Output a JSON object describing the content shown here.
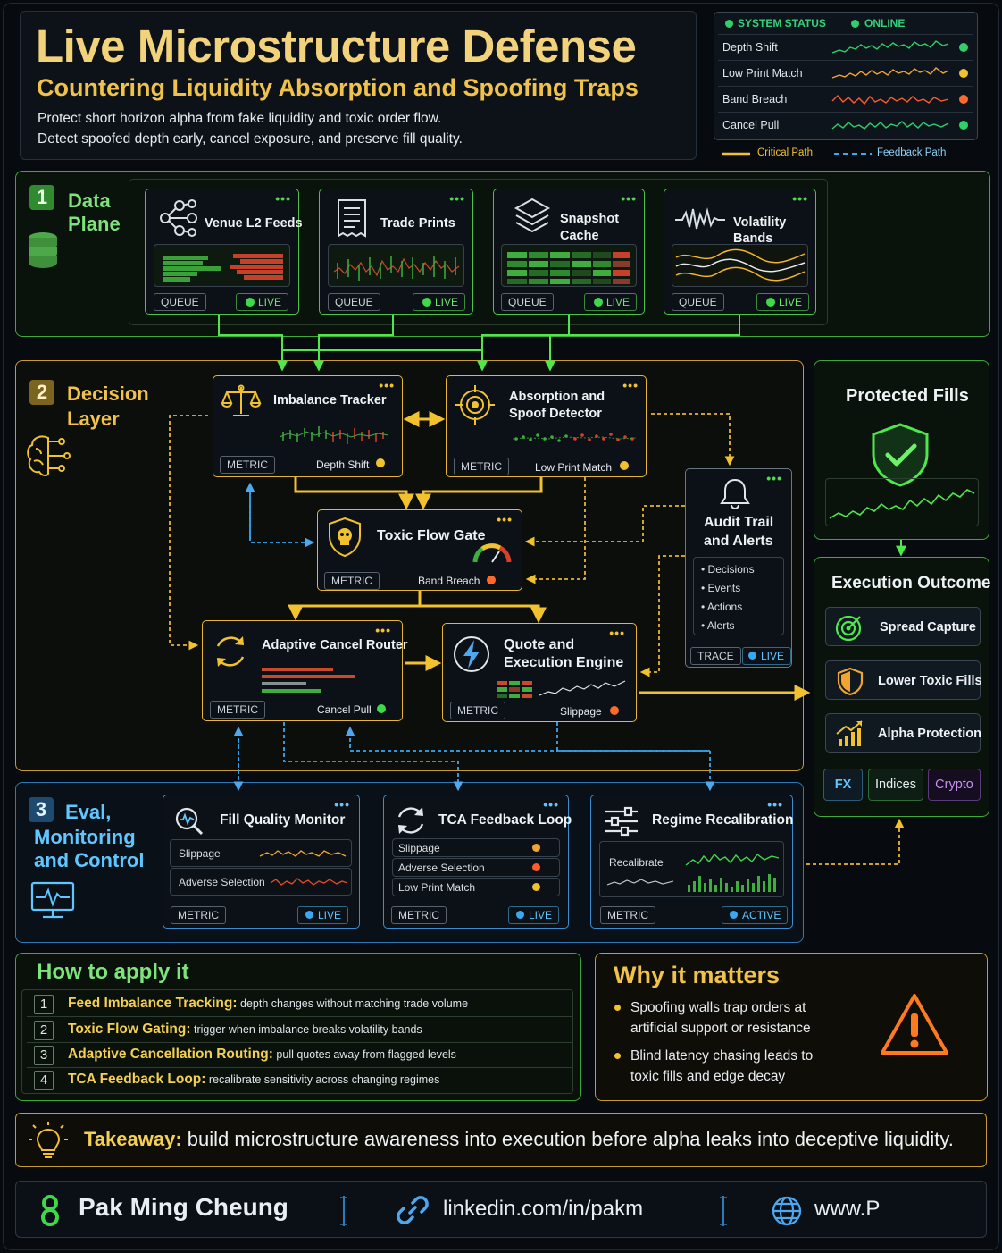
{
  "header": {
    "title": "Live Microstructure Defense",
    "subtitle": "Countering Liquidity Absorption and Spoofing Traps",
    "desc_line1": "Protect short horizon alpha from fake liquidity and toxic order flow.",
    "desc_line2": "Detect spoofed depth early, cancel exposure, and preserve fill quality."
  },
  "status_panel": {
    "label": "SYSTEM STATUS",
    "state": "ONLINE",
    "rows": [
      {
        "label": "Depth Shift",
        "color": "#2fd06a"
      },
      {
        "label": "Low Print Match",
        "color": "#f2c12e"
      },
      {
        "label": "Band Breach",
        "color": "#ff6a2a"
      },
      {
        "label": "Cancel Pull",
        "color": "#2fd06a"
      }
    ]
  },
  "legend": {
    "critical": "Critical Path",
    "feedback": "Feedback Path"
  },
  "data_plane": {
    "num": "1",
    "title_line1": "Data",
    "title_line2": "Plane",
    "cards": [
      {
        "title": "Venue L2 Feeds",
        "tag": "QUEUE",
        "status": "LIVE"
      },
      {
        "title": "Trade Prints",
        "tag": "QUEUE",
        "status": "LIVE"
      },
      {
        "title_line1": "Snapshot",
        "title_line2": "Cache",
        "tag": "QUEUE",
        "status": "LIVE"
      },
      {
        "title_line1": "Volatility",
        "title_line2": "Bands",
        "tag": "QUEUE",
        "status": "LIVE"
      }
    ]
  },
  "decision_layer": {
    "num": "2",
    "title_line1": "Decision",
    "title_line2": "Layer",
    "imbalance": {
      "title": "Imbalance Tracker",
      "tag": "METRIC",
      "signal": "Depth Shift"
    },
    "absorption": {
      "title_line1": "Absorption and",
      "title_line2": "Spoof Detector",
      "tag": "METRIC",
      "signal": "Low Print Match"
    },
    "toxic": {
      "title": "Toxic Flow Gate",
      "tag": "METRIC",
      "signal": "Band Breach"
    },
    "cancel": {
      "title": "Adaptive Cancel Router",
      "tag": "METRIC",
      "signal": "Cancel Pull"
    },
    "quote": {
      "title_line1": "Quote and",
      "title_line2": "Execution Engine",
      "tag": "METRIC",
      "signal": "Slippage"
    },
    "audit": {
      "title_line1": "Audit Trail",
      "title_line2": "and Alerts",
      "items": [
        "Decisions",
        "Events",
        "Actions",
        "Alerts"
      ],
      "tag": "TRACE",
      "status": "LIVE"
    }
  },
  "protected": {
    "title": "Protected Fills"
  },
  "outcome": {
    "title": "Execution Outcome",
    "items": [
      "Spread Capture",
      "Lower Toxic Fills",
      "Alpha Protection"
    ],
    "assets": [
      "FX",
      "Indices",
      "Crypto"
    ]
  },
  "eval": {
    "num": "3",
    "title_line1": "Eval,",
    "title_line2": "Monitoring",
    "title_line3": "and Control",
    "fill": {
      "title": "Fill Quality Monitor",
      "rows": [
        "Slippage",
        "Adverse Selection"
      ],
      "tag": "METRIC",
      "status": "LIVE"
    },
    "tca": {
      "title": "TCA Feedback Loop",
      "rows": [
        "Slippage",
        "Adverse Selection",
        "Low Print Match"
      ],
      "tag": "METRIC",
      "status": "LIVE"
    },
    "regime": {
      "title": "Regime Recalibration",
      "row": "Recalibrate",
      "tag": "METRIC",
      "status": "ACTIVE"
    }
  },
  "apply": {
    "title": "How to apply it",
    "items": [
      {
        "num": "1",
        "strong": "Feed Imbalance Tracking:",
        "text": "depth changes without matching trade volume"
      },
      {
        "num": "2",
        "strong": "Toxic Flow Gating:",
        "text": "trigger when imbalance breaks volatility bands"
      },
      {
        "num": "3",
        "strong": "Adaptive Cancellation Routing:",
        "text": "pull quotes away from flagged levels"
      },
      {
        "num": "4",
        "strong": "TCA Feedback Loop:",
        "text": "recalibrate sensitivity across changing regimes"
      }
    ]
  },
  "why": {
    "title": "Why it matters",
    "item1_line1": "Spoofing walls trap orders at",
    "item1_line2": "artificial support or resistance",
    "item2_line1": "Blind latency chasing leads to",
    "item2_line2": "toxic fills and edge decay"
  },
  "takeaway": {
    "label": "Takeaway:",
    "text": "build microstructure awareness into execution before alpha leaks into deceptive liquidity."
  },
  "footer": {
    "name": "Pak Ming Cheung",
    "linkedin": "linkedin.com/in/pakm",
    "web": "www.P"
  }
}
